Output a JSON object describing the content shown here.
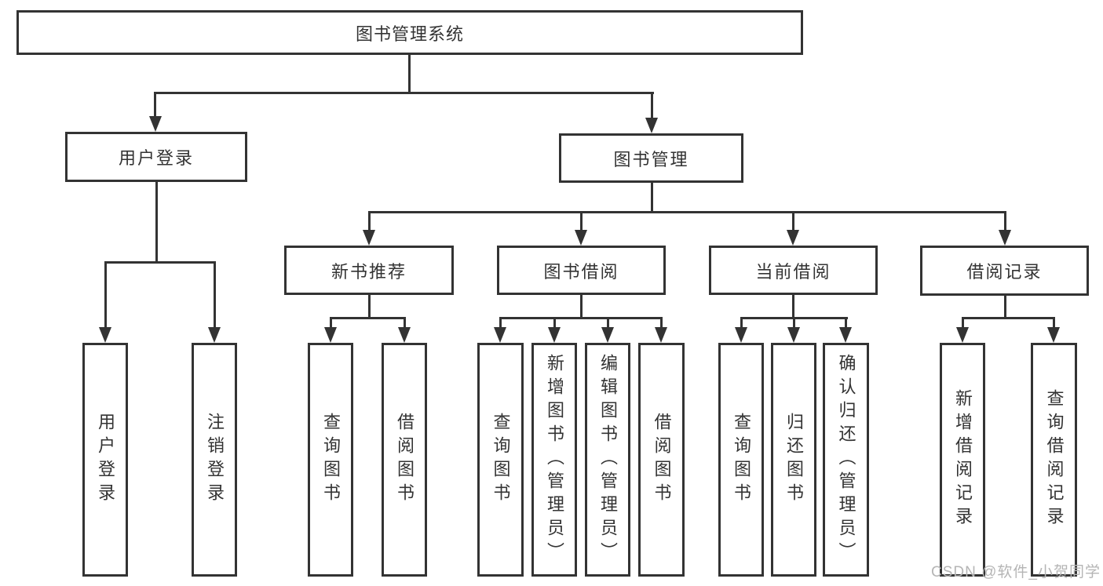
{
  "colors": {
    "line": "#333333",
    "text": "#333333",
    "watermark_text": "#b5b5b5",
    "background": "#ffffff"
  },
  "tree": {
    "root": {
      "label": "图书管理系统"
    },
    "branches": [
      {
        "label": "用户登录",
        "children": [
          {
            "label": "用户登录"
          },
          {
            "label": "注销登录"
          }
        ]
      },
      {
        "label": "图书管理",
        "children": [
          {
            "label": "新书推荐",
            "children": [
              {
                "label": "查询图书"
              },
              {
                "label": "借阅图书"
              }
            ]
          },
          {
            "label": "图书借阅",
            "children": [
              {
                "label": "查询图书"
              },
              {
                "label": "新增图书（管理员）"
              },
              {
                "label": "编辑图书（管理员）"
              },
              {
                "label": "借阅图书"
              }
            ]
          },
          {
            "label": "当前借阅",
            "children": [
              {
                "label": "查询图书"
              },
              {
                "label": "归还图书"
              },
              {
                "label": "确认归还（管理员）"
              }
            ]
          },
          {
            "label": "借阅记录",
            "children": [
              {
                "label": "新增借阅记录"
              },
              {
                "label": "查询借阅记录"
              }
            ]
          }
        ]
      }
    ]
  },
  "watermark": {
    "text": "CSDN @软件_小贺同学"
  }
}
